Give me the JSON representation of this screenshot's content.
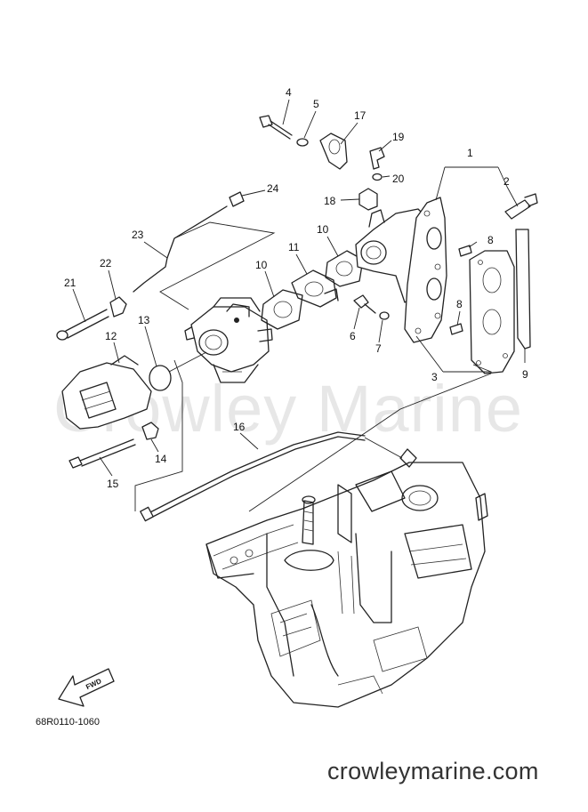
{
  "diagram": {
    "ref_code": "68R0110-1060",
    "fwd_label": "FWD",
    "watermark": "Crowley Marine",
    "footer": "crowleymarine.com",
    "callouts": [
      "1",
      "2",
      "3",
      "4",
      "5",
      "6",
      "7",
      "8",
      "8",
      "9",
      "10",
      "10",
      "11",
      "12",
      "13",
      "14",
      "15",
      "16",
      "17",
      "18",
      "19",
      "20",
      "21",
      "22",
      "23",
      "24"
    ]
  }
}
